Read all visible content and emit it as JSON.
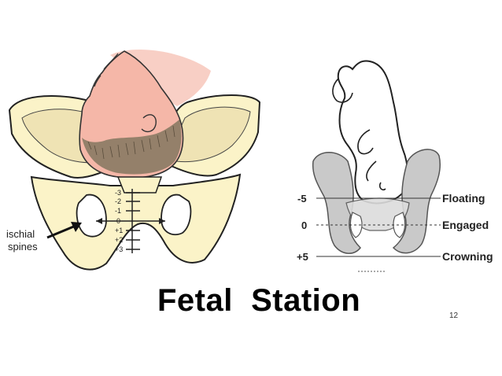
{
  "slide": {
    "title": "Fetal  Station",
    "page_number": "12"
  },
  "left_figure": {
    "annotation_line1": "ischial",
    "annotation_line2": "spines",
    "scale": [
      "-3",
      "-2",
      "-1",
      "0",
      "+1",
      "+2",
      "+3"
    ]
  },
  "right_figure": {
    "stations": [
      {
        "value": "-5",
        "label": "Floating"
      },
      {
        "value": "0",
        "label": "Engaged"
      },
      {
        "value": "+5",
        "label": "Crowning"
      }
    ]
  },
  "colors": {
    "pelvis_fill": "#fbf3c8",
    "pelvis_shadow": "#e8ddb0",
    "skin": "#f5b7a8",
    "hair": "#7a6a55",
    "gray_pelvis": "#c9c9c9",
    "outline": "#222222"
  }
}
